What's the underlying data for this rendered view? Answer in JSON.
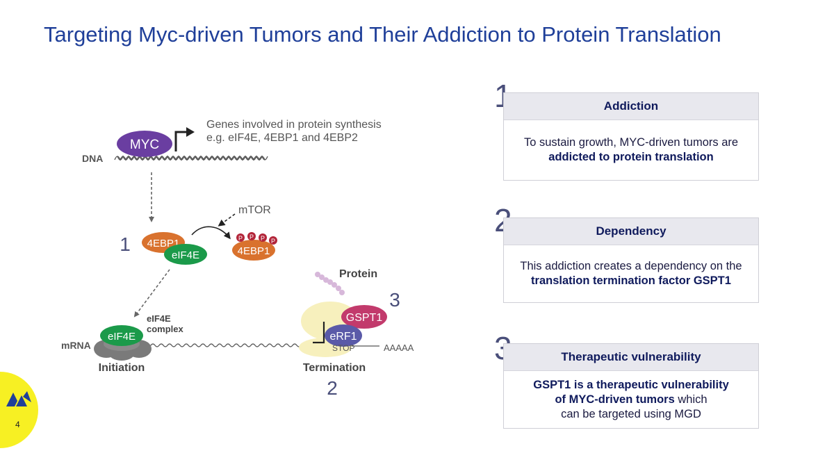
{
  "title": "Targeting Myc-driven Tumors and Their Addiction to Protein Translation",
  "diagram": {
    "myc": "MYC",
    "dna": "DNA",
    "genes_line1": "Genes involved in protein synthesis",
    "genes_line2": "e.g. eIF4E, 4EBP1 and 4EBP2",
    "mtor": "mTOR",
    "num1": "1",
    "num2": "2",
    "num3": "3",
    "ebp1_a": "4EBP1",
    "eif4e_a": "eIF4E",
    "ebp1_b": "4EBP1",
    "phospho": "P",
    "protein": "Protein",
    "eif4e_complex_line1": "eIF4E",
    "eif4e_complex_line2": "complex",
    "eif4e_b": "eIF4E",
    "mrna": "mRNA",
    "initiation": "Initiation",
    "gspt1": "GSPT1",
    "erf1": "eRF1",
    "stop": "STOP",
    "polya": "AAAAA",
    "termination": "Termination"
  },
  "cards": [
    {
      "number": "1",
      "heading": "Addiction",
      "body_line1": "To sustain growth, MYC-driven tumors are",
      "body_line2_bold": "addicted to protein translation"
    },
    {
      "number": "2",
      "heading": "Dependency",
      "body_line1": "This addiction creates a dependency on the",
      "body_line2_bold": "translation termination factor GSPT1"
    },
    {
      "number": "3",
      "heading": "Therapeutic vulnerability",
      "body_line1_bold": "GSPT1 is a therapeutic vulnerability",
      "body_line2_bold": "of MYC-driven tumors",
      "body_line2_rest": " which",
      "body_line3": "can be targeted using MGD"
    }
  ],
  "page_number": "4",
  "colors": {
    "title": "#1f3f99",
    "myc": "#6a3ea1",
    "ebp1": "#d9722e",
    "eif4e": "#1b9a4a",
    "gspt1": "#c23a6c",
    "erf1": "#5a5aa8",
    "ribosome": "#f7f0bd",
    "badge": "#f7f023"
  }
}
